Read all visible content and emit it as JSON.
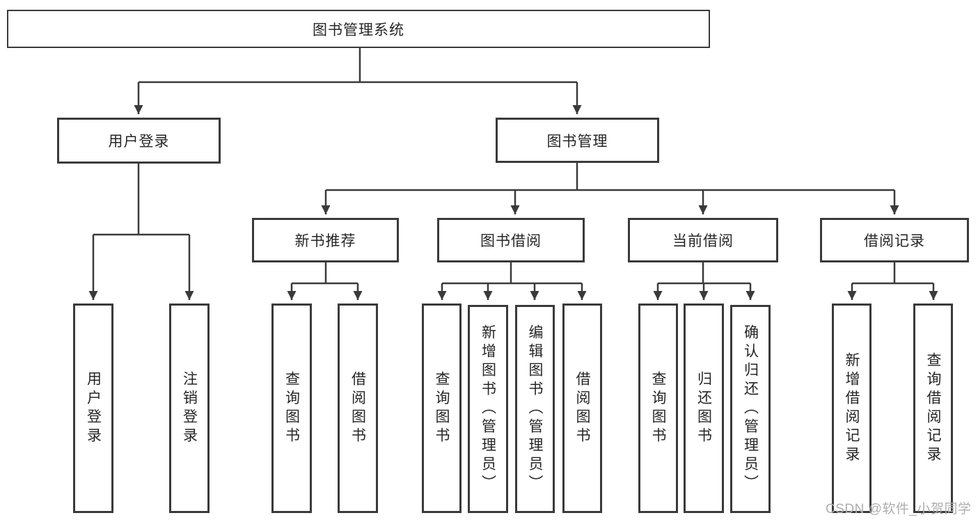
{
  "colors": {
    "line": "#3a3a3a",
    "text": "#262626",
    "background": "#ffffff",
    "watermark": "#aeaeae"
  },
  "tree": {
    "root": {
      "label": "图书管理系统"
    },
    "level1": [
      {
        "label": "用户登录"
      },
      {
        "label": "图书管理"
      }
    ],
    "level2": [
      {
        "label": "新书推荐"
      },
      {
        "label": "图书借阅"
      },
      {
        "label": "当前借阅"
      },
      {
        "label": "借阅记录"
      }
    ],
    "leaves": {
      "user_login": [
        {
          "label": "用户登录"
        },
        {
          "label": "注销登录"
        }
      ],
      "new_books": [
        {
          "label": "查询图书"
        },
        {
          "label": "借阅图书"
        }
      ],
      "book_borrow": [
        {
          "label": "查询图书"
        },
        {
          "label": "新增图书（管理员）"
        },
        {
          "label": "编辑图书（管理员）"
        },
        {
          "label": "借阅图书"
        }
      ],
      "current_borrow": [
        {
          "label": "查询图书"
        },
        {
          "label": "归还图书"
        },
        {
          "label": "确认归还（管理员）"
        }
      ],
      "borrow_records": [
        {
          "label": "新增借阅记录"
        },
        {
          "label": "查询借阅记录"
        }
      ]
    }
  },
  "watermark": "CSDN @软件_小贺同学"
}
